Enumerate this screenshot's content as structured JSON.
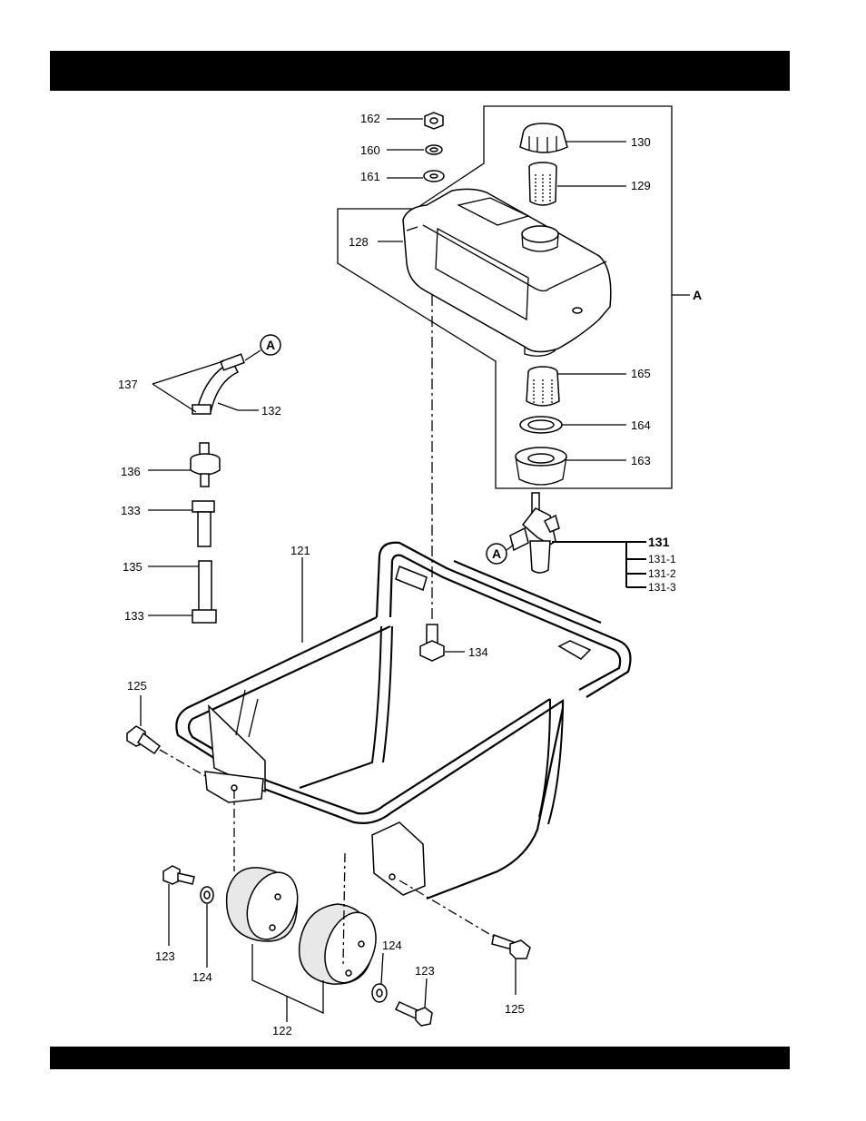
{
  "header_band": "",
  "footer_band": "",
  "labels": {
    "p162": "162",
    "p160": "160",
    "p161": "161",
    "p130": "130",
    "p129": "129",
    "p128": "128",
    "pA_group": "A",
    "p165": "165",
    "p164": "164",
    "p163": "163",
    "p131": "131",
    "p131_1": "131-1",
    "p131_2": "131-2",
    "p131_3": "131-3",
    "callout_a_top": "A",
    "callout_a_right": "A",
    "p137": "137",
    "p132": "132",
    "p136": "136",
    "p133_top": "133",
    "p135": "135",
    "p133_bottom": "133",
    "p121": "121",
    "p134": "134",
    "p125_left": "125",
    "p125_right": "125",
    "p123_left": "123",
    "p124_left": "124",
    "p124_right": "124",
    "p123_right": "123",
    "p122": "122"
  }
}
